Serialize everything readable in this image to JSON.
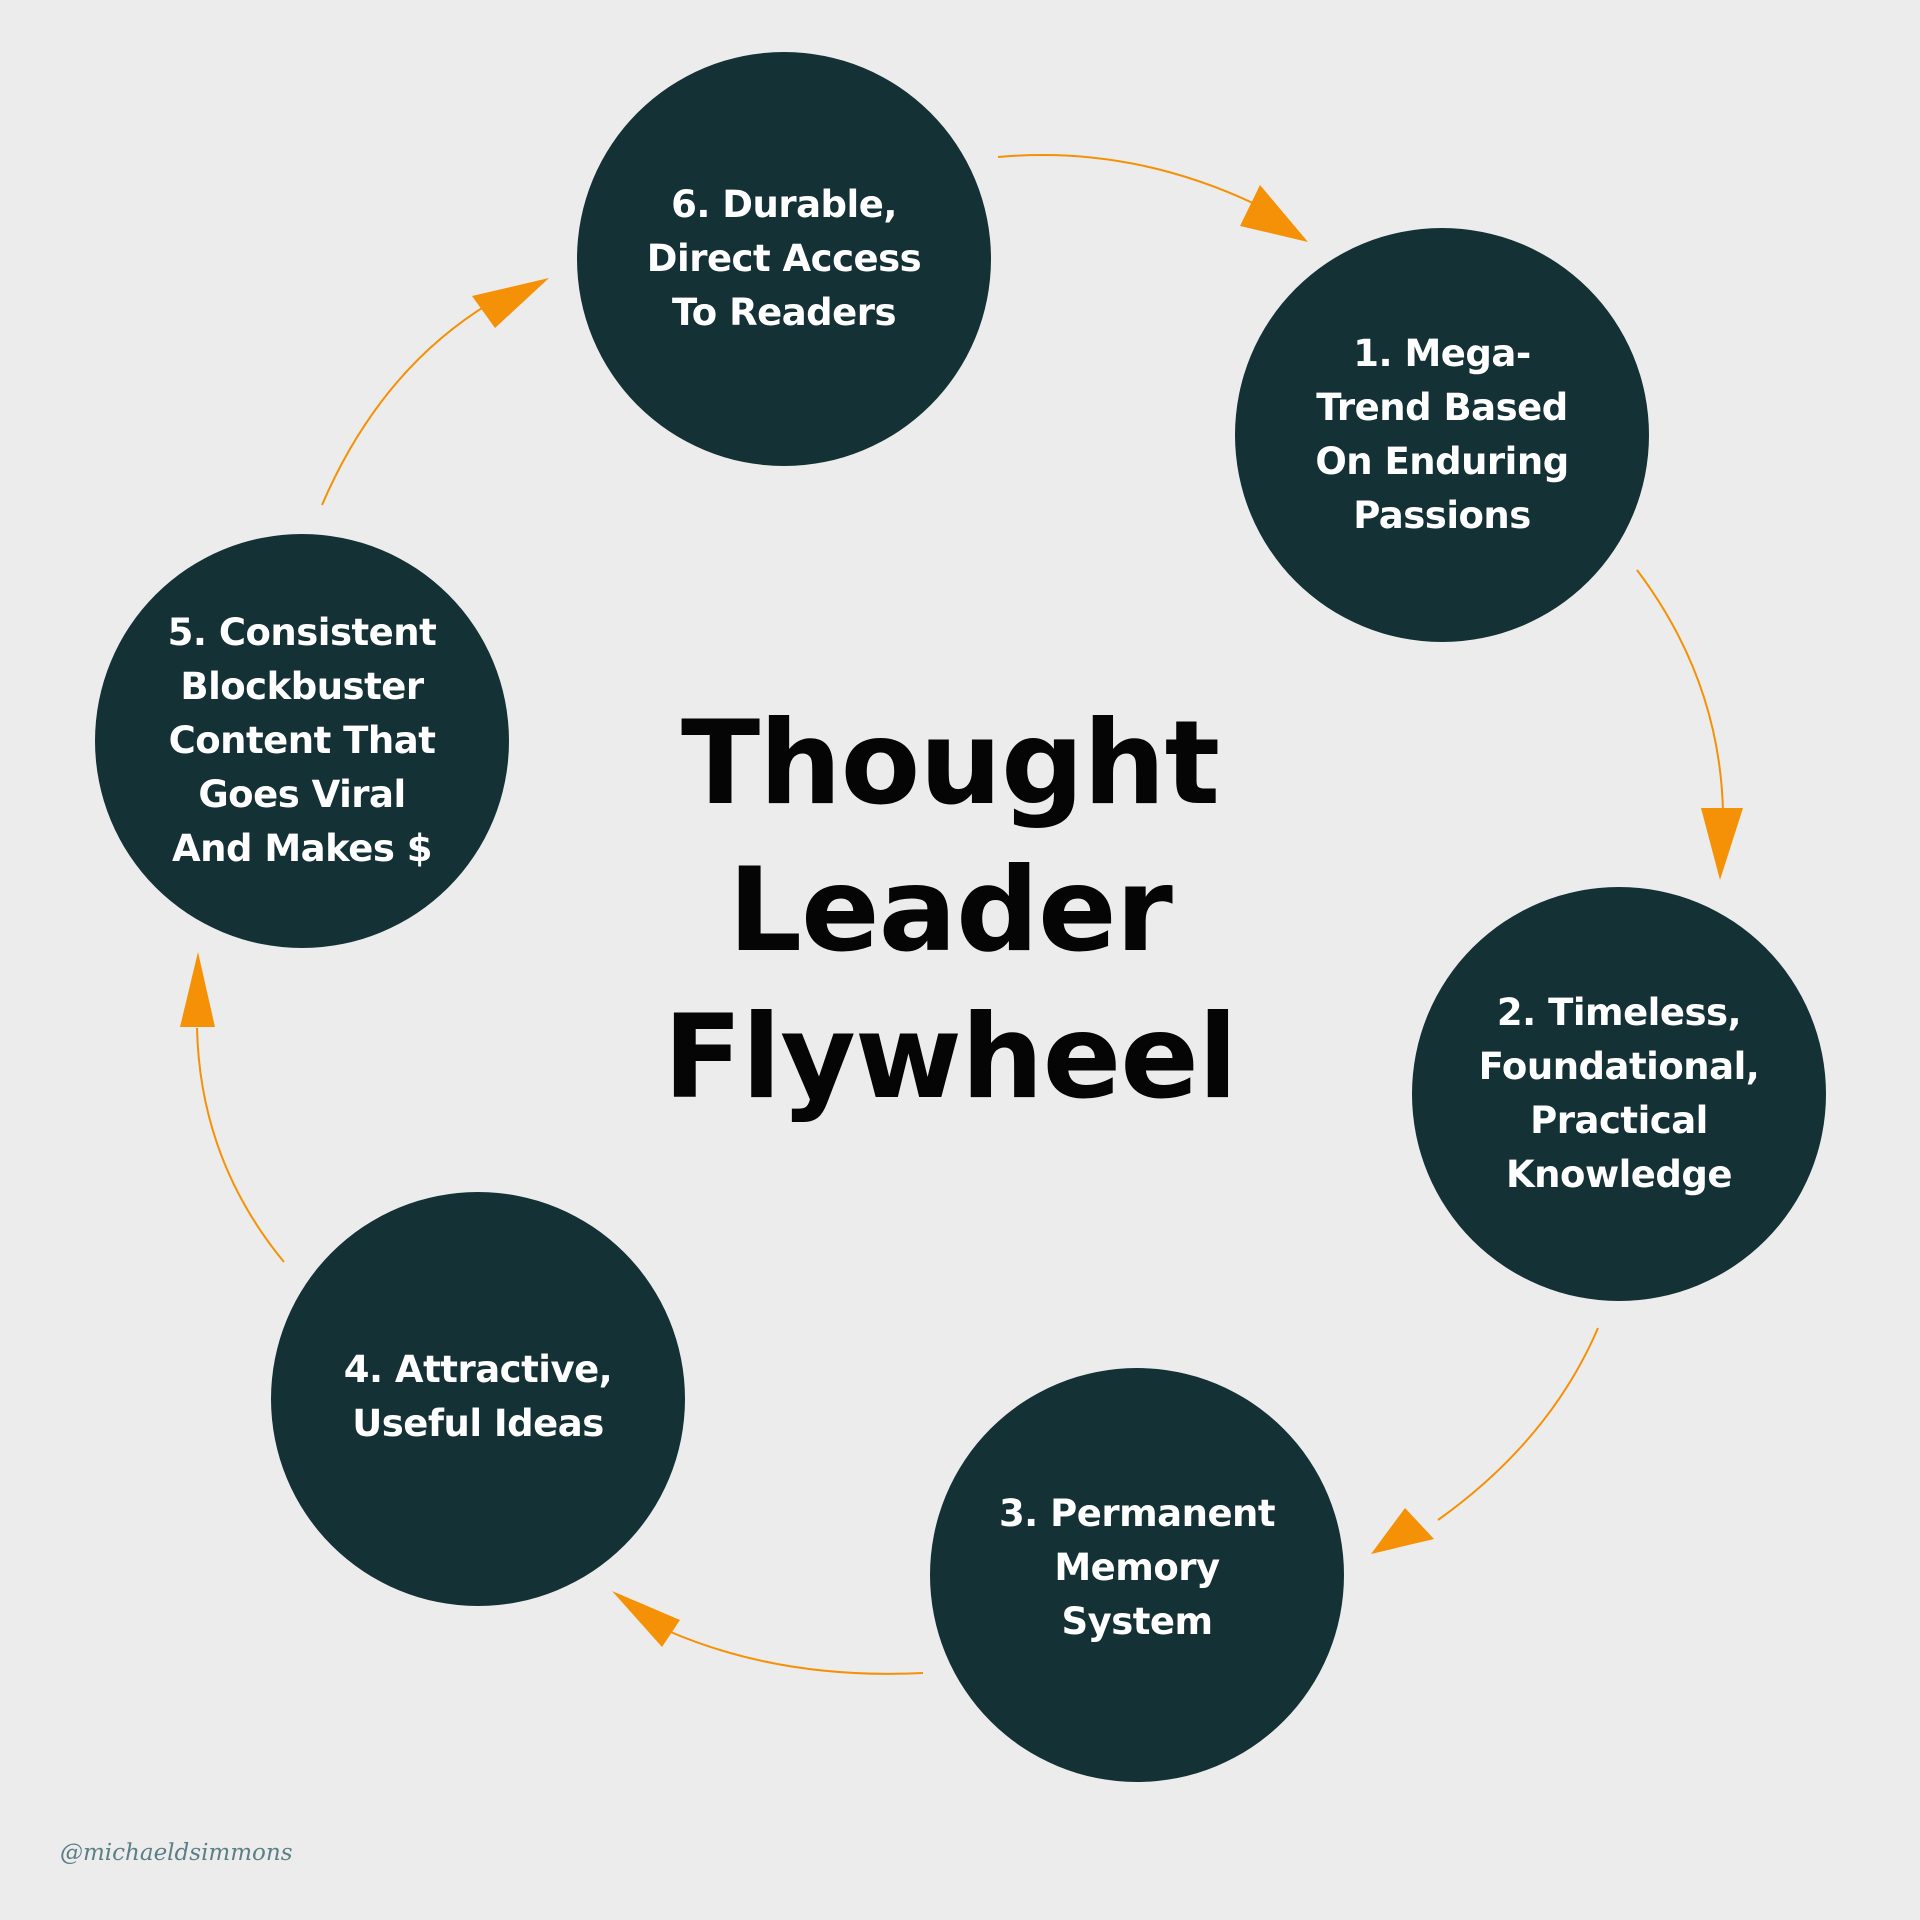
{
  "title": "Thought\nLeader\nFlywheel",
  "nodes": [
    {
      "id": "6",
      "label": "6. Durable,\nDirect Access\nTo Readers"
    },
    {
      "id": "1",
      "label": "1. Mega-\nTrend Based\nOn Enduring\nPassions"
    },
    {
      "id": "2",
      "label": "2. Timeless,\nFoundational,\nPractical\nKnowledge"
    },
    {
      "id": "3",
      "label": "3. Permanent\nMemory\nSystem"
    },
    {
      "id": "4",
      "label": "4. Attractive,\nUseful Ideas"
    },
    {
      "id": "5",
      "label": "5. Consistent\nBlockbuster\nContent That\nGoes Viral\nAnd Makes $"
    }
  ],
  "credit": "@michaeldsimmons",
  "colors": {
    "background": "#ececec",
    "node_fill": "#143136",
    "node_text": "#ffffff",
    "arrow": "#f59107",
    "title": "#050505",
    "credit": "#5b7f86"
  }
}
